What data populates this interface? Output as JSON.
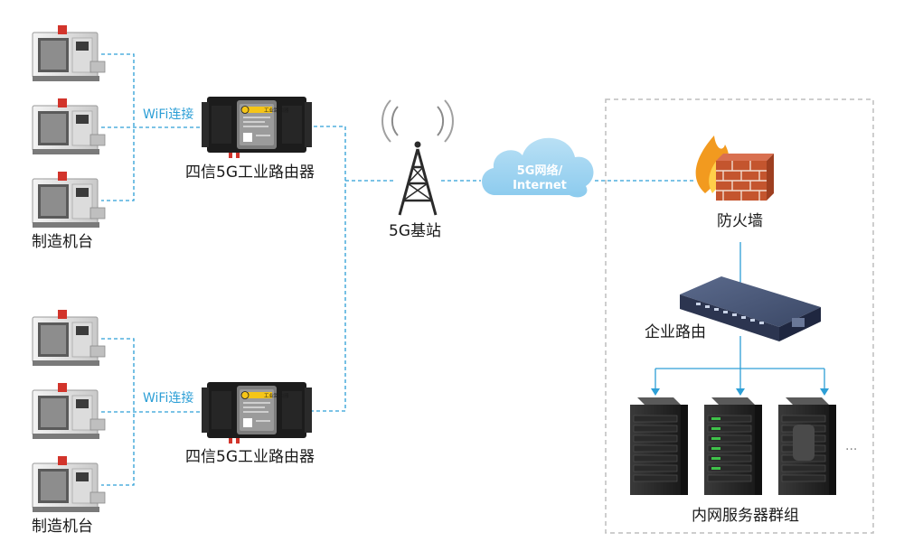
{
  "labels": {
    "machines_top": "制造机台",
    "machines_bottom": "制造机台",
    "wifi_top": "WiFi连接",
    "wifi_bottom": "WiFi连接",
    "router_top": "四信5G工业路由器",
    "router_bottom": "四信5G工业路由器",
    "base_station": "5G基站",
    "cloud_line1": "5G网络/",
    "cloud_line2": "Internet",
    "firewall": "防火墙",
    "enterprise_router": "企业路由",
    "server_group": "内网服务器群组",
    "ellipsis": "..."
  },
  "router_badge": "工业路由器",
  "colors": {
    "link_blue": "#2d9fd6",
    "cloud": "#9fd3ef",
    "frame_gray": "#bdbdbd",
    "router_body": "#1c1c1c",
    "badge_yellow": "#f5c518",
    "brick": "#c4552e",
    "flame": "#f29a1f"
  }
}
